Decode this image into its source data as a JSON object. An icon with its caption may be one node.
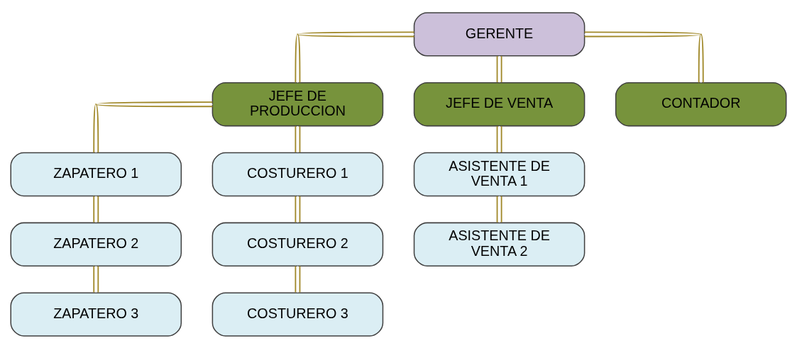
{
  "diagram": {
    "nodes": [
      {
        "text": [
          "GERENTE"
        ]
      },
      {
        "text": [
          "JEFE DE PRODUCCION"
        ]
      },
      {
        "text": [
          "JEFE DE VENTA"
        ]
      },
      {
        "text": [
          "CONTADOR"
        ]
      },
      {
        "text": [
          "ZAPATERO 1"
        ]
      },
      {
        "text": [
          "ZAPATERO 2"
        ]
      },
      {
        "text": [
          "ZAPATERO 3"
        ]
      },
      {
        "text": [
          "COSTURERO 1"
        ]
      },
      {
        "text": [
          "COSTURERO 2"
        ]
      },
      {
        "text": [
          "COSTURERO 3"
        ]
      },
      {
        "text": [
          "ASISTENTE DE VENTA 1"
        ]
      },
      {
        "text": [
          "ASISTENTE DE VENTA 2"
        ]
      }
    ],
    "edges": [
      {
        "from": 0,
        "to": 1,
        "arrow": "none"
      },
      {
        "from": 0,
        "to": 2,
        "arrow": "none"
      },
      {
        "from": 0,
        "to": 3,
        "arrow": "none"
      },
      {
        "from": 1,
        "to": 4,
        "arrow": "none"
      },
      {
        "from": 1,
        "to": 7,
        "arrow": "none"
      },
      {
        "from": 4,
        "to": 5,
        "arrow": "none"
      },
      {
        "from": 5,
        "to": 6,
        "arrow": "none"
      },
      {
        "from": 7,
        "to": 8,
        "arrow": "none"
      },
      {
        "from": 8,
        "to": 9,
        "arrow": "none"
      },
      {
        "from": 2,
        "to": 10,
        "arrow": "none"
      },
      {
        "from": 10,
        "to": 11,
        "arrow": "none"
      }
    ]
  }
}
